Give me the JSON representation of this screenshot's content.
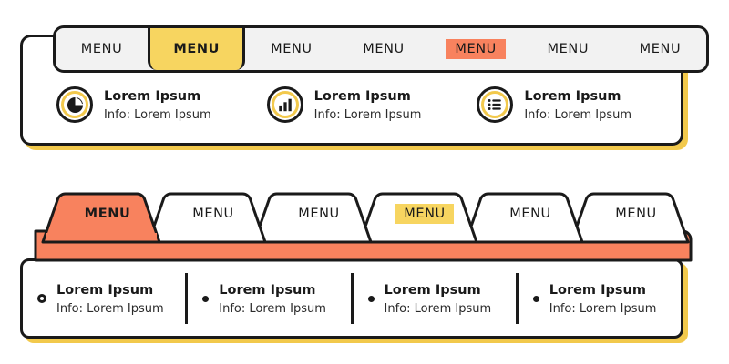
{
  "panel_one": {
    "tabs": [
      {
        "label": "MENU",
        "state": "default",
        "highlight": "none"
      },
      {
        "label": "MENU",
        "state": "active",
        "highlight": "none"
      },
      {
        "label": "MENU",
        "state": "default",
        "highlight": "none"
      },
      {
        "label": "MENU",
        "state": "default",
        "highlight": "none"
      },
      {
        "label": "MENU",
        "state": "default",
        "highlight": "orange"
      },
      {
        "label": "MENU",
        "state": "default",
        "highlight": "none"
      },
      {
        "label": "MENU",
        "state": "default",
        "highlight": "none"
      }
    ],
    "features": [
      {
        "icon": "pie-chart-icon",
        "title": "Lorem Ipsum",
        "subtitle": "Info: Lorem Ipsum"
      },
      {
        "icon": "bar-chart-icon",
        "title": "Lorem Ipsum",
        "subtitle": "Info: Lorem Ipsum"
      },
      {
        "icon": "list-icon",
        "title": "Lorem Ipsum",
        "subtitle": "Info: Lorem Ipsum"
      }
    ]
  },
  "panel_two": {
    "tabs": [
      {
        "label": "MENU",
        "state": "active",
        "highlight": "none"
      },
      {
        "label": "MENU",
        "state": "default",
        "highlight": "none"
      },
      {
        "label": "MENU",
        "state": "default",
        "highlight": "none"
      },
      {
        "label": "MENU",
        "state": "default",
        "highlight": "yellow"
      },
      {
        "label": "MENU",
        "state": "default",
        "highlight": "none"
      },
      {
        "label": "MENU",
        "state": "default",
        "highlight": "none"
      }
    ],
    "items": [
      {
        "bullet": "ring",
        "title": "Lorem Ipsum",
        "subtitle": "Info: Lorem Ipsum"
      },
      {
        "bullet": "solid",
        "title": "Lorem Ipsum",
        "subtitle": "Info: Lorem Ipsum"
      },
      {
        "bullet": "solid",
        "title": "Lorem Ipsum",
        "subtitle": "Info: Lorem Ipsum"
      },
      {
        "bullet": "solid",
        "title": "Lorem Ipsum",
        "subtitle": "Info: Lorem Ipsum"
      }
    ]
  },
  "colors": {
    "outline": "#1a1a1a",
    "yellow_accent": "#f2c94c",
    "yellow_active_tab": "#f7d560",
    "orange_highlight": "#f8825e",
    "orange_band": "#f8825e",
    "tabstrip_grey": "#f2f2f2",
    "page_background": "#ffffff"
  }
}
